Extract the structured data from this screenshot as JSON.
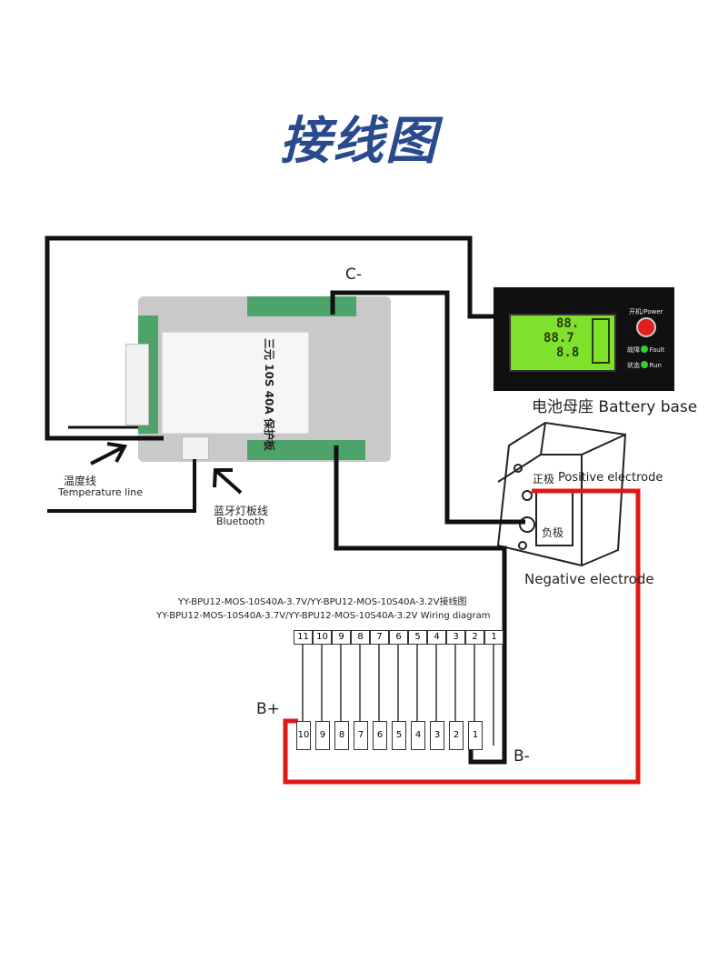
{
  "title": "接线图",
  "wire_labels": {
    "c_minus": "C-",
    "b_plus": "B+",
    "b_minus": "B-"
  },
  "annotations": {
    "battery_base": "电池母座 Battery base",
    "positive_cn": "正极",
    "positive_en": "Positive electrode",
    "negative_cn": "负极",
    "negative_en": "Negative electrode",
    "temperature_cn": "温度线",
    "temperature_en": "Temperature line",
    "bluetooth_cn": "蓝牙灯板线",
    "bluetooth_en": "Bluetooth"
  },
  "diagram_caption": {
    "line1": "YY-BPU12-MOS-10S40A-3.7V/YY-BPU12-MOS-10S40A-3.2V接线图",
    "line2": "YY-BPU12-MOS-10S40A-3.7V/YY-BPU12-MOS-10S40A-3.2V Wiring diagram"
  },
  "monitor": {
    "power_label": "开机/Power",
    "fault_label": "故障 ● Fault",
    "run_label": "状态 ● Run",
    "display_values": [
      "88.",
      "88.7",
      "8.8"
    ]
  },
  "board": {
    "model_text": "三元 10S 40A 保护板"
  },
  "connector_pins": [
    "11",
    "10",
    "9",
    "8",
    "7",
    "6",
    "5",
    "4",
    "3",
    "2",
    "1"
  ],
  "cells": [
    "10",
    "9",
    "8",
    "7",
    "6",
    "5",
    "4",
    "3",
    "2",
    "1"
  ],
  "colors": {
    "title": "#2a4a8e",
    "wire_black": "#111111",
    "wire_red": "#e01818",
    "lcd": "#7fe12b"
  }
}
